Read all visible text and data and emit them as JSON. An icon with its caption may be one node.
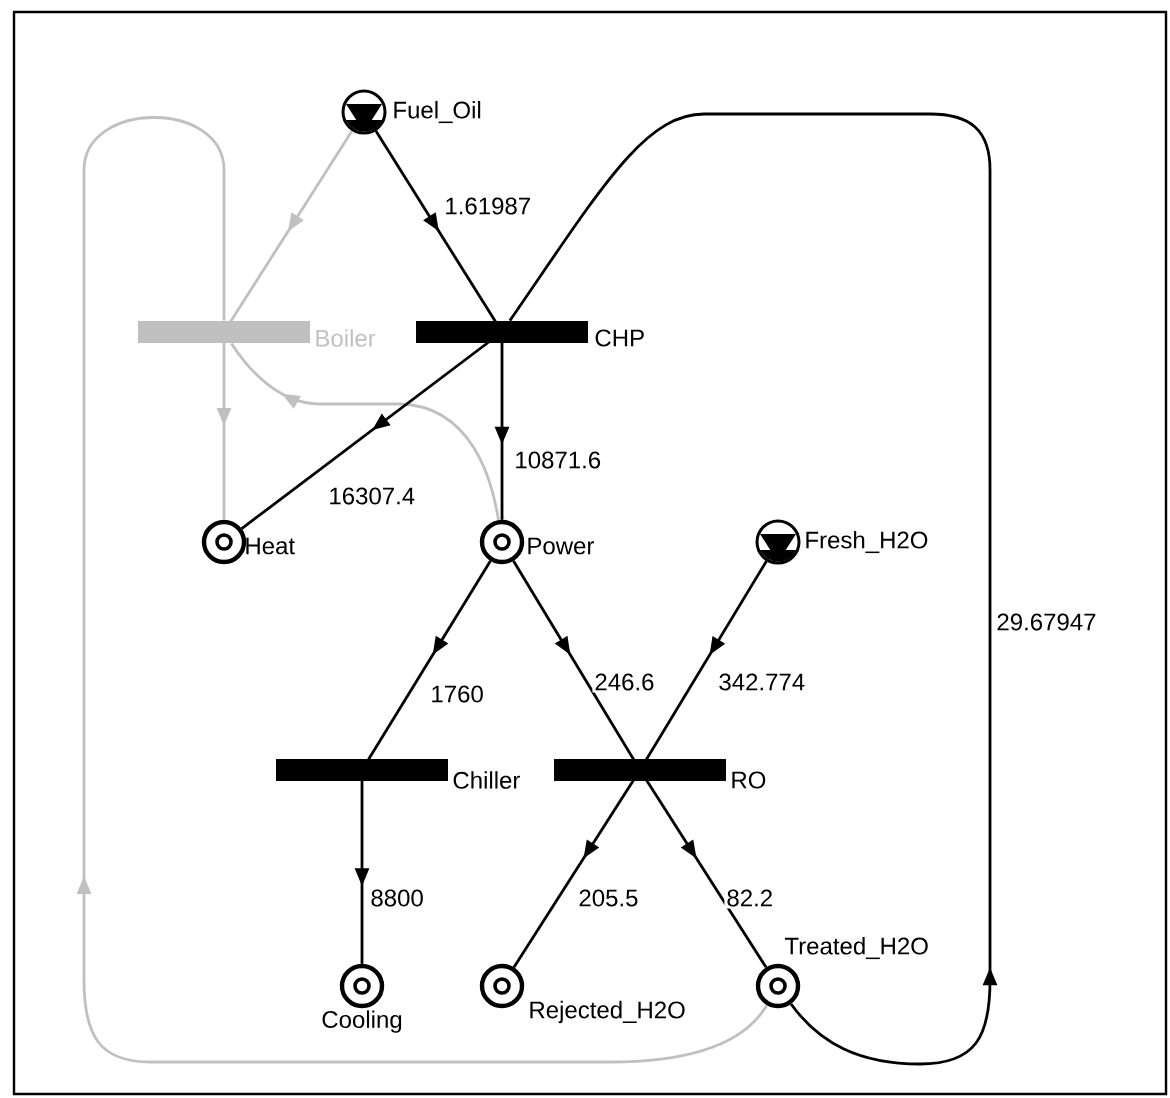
{
  "diagram": {
    "nodes": [
      {
        "text": [
          "Fuel_Oil"
        ]
      },
      {
        "text": [
          "Boiler"
        ]
      },
      {
        "text": [
          "CHP"
        ]
      },
      {
        "text": [
          "Heat"
        ]
      },
      {
        "text": [
          "Power"
        ]
      },
      {
        "text": [
          "Fresh_H2O"
        ]
      },
      {
        "text": [
          "Chiller"
        ]
      },
      {
        "text": [
          "RO"
        ]
      },
      {
        "text": [
          "Cooling"
        ]
      },
      {
        "text": [
          "Rejected_H2O"
        ]
      },
      {
        "text": [
          "Treated_H2O"
        ]
      }
    ],
    "edges": [
      {
        "from": 0,
        "to": 2,
        "arrow": "to",
        "label": "1.61987"
      },
      {
        "from": 0,
        "to": 1,
        "arrow": "to",
        "color": "#c0c0c0"
      },
      {
        "from": 1,
        "to": 3,
        "arrow": "to",
        "color": "#c0c0c0"
      },
      {
        "from": 4,
        "to": 1,
        "arrow": "to",
        "color": "#c0c0c0"
      },
      {
        "from": 10,
        "to": 1,
        "arrow": "to",
        "color": "#c0c0c0"
      },
      {
        "from": 2,
        "to": 3,
        "arrow": "to",
        "label": "16307.4"
      },
      {
        "from": 2,
        "to": 4,
        "arrow": "to",
        "label": "10871.6"
      },
      {
        "from": 10,
        "to": 2,
        "arrow": "to",
        "label": "29.67947"
      },
      {
        "from": 4,
        "to": 6,
        "arrow": "to",
        "label": "1760"
      },
      {
        "from": 4,
        "to": 7,
        "arrow": "to",
        "label": "246.6"
      },
      {
        "from": 5,
        "to": 7,
        "arrow": "to",
        "label": "342.774"
      },
      {
        "from": 6,
        "to": 8,
        "arrow": "to",
        "label": "8800"
      },
      {
        "from": 7,
        "to": 9,
        "arrow": "to",
        "label": "205.5"
      },
      {
        "from": 7,
        "to": 10,
        "arrow": "to",
        "label": "82.2"
      }
    ]
  }
}
